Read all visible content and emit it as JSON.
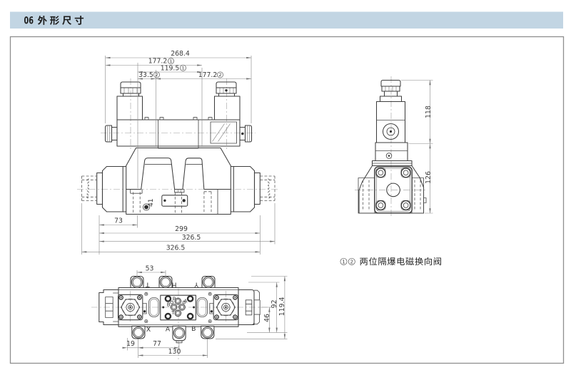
{
  "header": {
    "number": "06",
    "title": "外形尺寸"
  },
  "front_view": {
    "dim_overall": "268.4",
    "dim_177_1": "177.2",
    "dim_119_5": "119.5",
    "dim_33_5": "33.5",
    "dim_177_2": "177.2",
    "idx1": "1",
    "idx2": "2",
    "dim_73": "73",
    "dim_299": "299",
    "dim_326_top": "326.5",
    "dim_326_bottom": "326.5",
    "port_41": "41"
  },
  "side_view": {
    "dim_118": "118",
    "dim_126": "126"
  },
  "bottom_view": {
    "dim_53": "53",
    "dim_19": "19",
    "dim_77": "77",
    "dim_130": "130",
    "dim_46": "46",
    "dim_92": "92",
    "dim_119_4": "119.4",
    "ports_top": [
      "T",
      "H",
      "Y"
    ],
    "ports_bottom": [
      "X",
      "A",
      "B"
    ],
    "ports_pattern": {
      "p": "P",
      "a": "A",
      "b": "B",
      "t": "T"
    }
  },
  "caption": {
    "index_1": "1",
    "index_2": "2",
    "text": "两位隔爆电磁换向阀"
  }
}
